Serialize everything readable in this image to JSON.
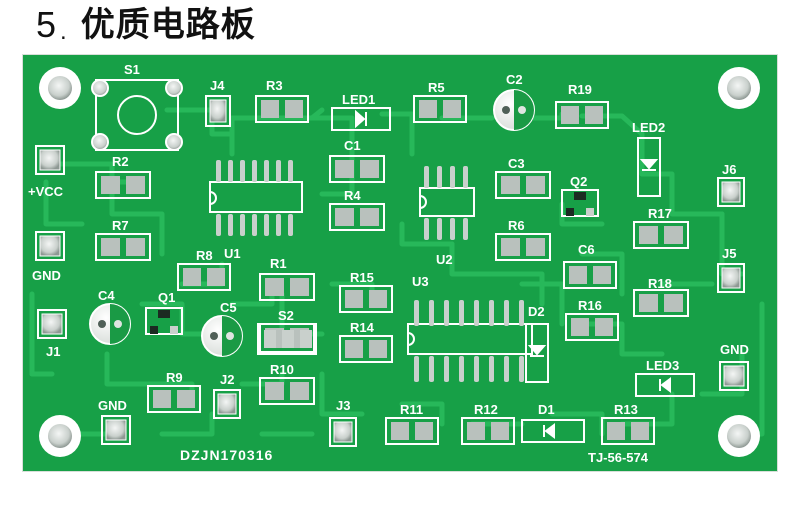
{
  "heading": {
    "number": "5",
    "separator": ".",
    "title": "优质电路板"
  },
  "colors": {
    "board": "#17a047",
    "trace": "#25b557",
    "copper": "#0d7d33",
    "silk": "#ffffff",
    "pad_inner": "#b9c1bd",
    "pad_dark": "#1c2a22"
  },
  "labels": {
    "s1": "S1",
    "j4": "J4",
    "r3": "R3",
    "led1": "LED1",
    "r5": "R5",
    "c2": "C2",
    "r19": "R19",
    "led2": "LED2",
    "r2": "R2",
    "c1": "C1",
    "c3": "C3",
    "q2": "Q2",
    "j6": "J6",
    "vcc": "+VCC",
    "r4": "R4",
    "r17": "R17",
    "r7": "R7",
    "r6": "R6",
    "c6": "C6",
    "j5": "J5",
    "gnd_left": "GND",
    "r8": "R8",
    "u1": "U1",
    "u2": "U2",
    "r1": "R1",
    "r15": "R15",
    "u3": "U3",
    "r18": "R18",
    "c4": "C4",
    "q1": "Q1",
    "c5": "C5",
    "s2": "S2",
    "d2": "D2",
    "r16": "R16",
    "r14": "R14",
    "j1": "J1",
    "gnd_right": "GND",
    "led3": "LED3",
    "r10": "R10",
    "r9": "R9",
    "j2": "J2",
    "gnd_bottom": "GND",
    "j3": "J3",
    "r11": "R11",
    "r12": "R12",
    "d1": "D1",
    "r13": "R13",
    "code": "DZJN170316",
    "part": "TJ-56-574"
  }
}
